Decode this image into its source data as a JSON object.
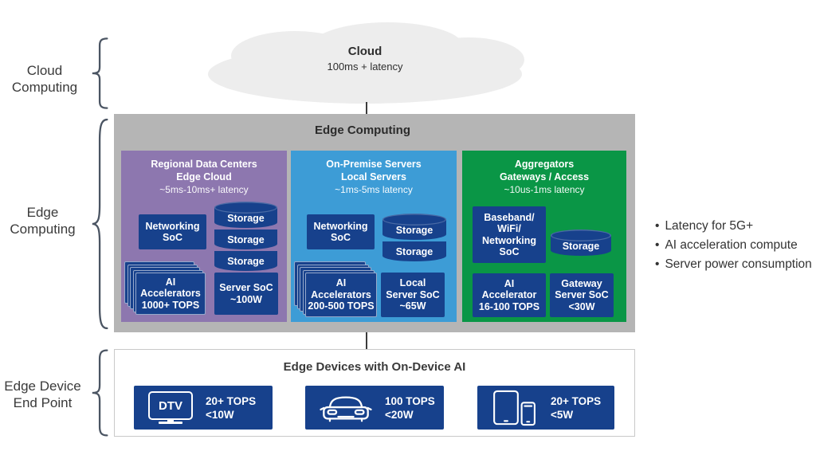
{
  "side_labels": {
    "cloud": "Cloud Computing",
    "edge": "Edge Computing",
    "device": "Edge Device End Point"
  },
  "cloud": {
    "title": "Cloud",
    "latency": "100ms + latency"
  },
  "edge_box": {
    "title": "Edge Computing"
  },
  "panels": [
    {
      "title1": "Regional Data Centers",
      "title2": "Edge Cloud",
      "latency": "~5ms-10ms+ latency",
      "networking": [
        "Networking",
        "SoC"
      ],
      "storage": [
        "Storage",
        "Storage",
        "Storage"
      ],
      "accel": [
        "AI",
        "Accelerators",
        "1000+ TOPS"
      ],
      "soc": [
        "Server SoC",
        "~100W"
      ]
    },
    {
      "title1": "On-Premise Servers",
      "title2": "Local Servers",
      "latency": "~1ms-5ms latency",
      "networking": [
        "Networking",
        "SoC"
      ],
      "storage": [
        "Storage",
        "Storage"
      ],
      "accel": [
        "AI",
        "Accelerators",
        "200-500 TOPS"
      ],
      "soc": [
        "Local",
        "Server SoC",
        "~65W"
      ]
    },
    {
      "title1": "Aggregators",
      "title2": "Gateways / Access",
      "latency": "~10us-1ms latency",
      "networking": [
        "Baseband/",
        "WiFi/",
        "Networking",
        "SoC"
      ],
      "storage": [
        "Storage"
      ],
      "accel": [
        "AI",
        "Accelerator",
        "16-100 TOPS"
      ],
      "soc": [
        "Gateway",
        "Server SoC",
        "<30W"
      ]
    }
  ],
  "devices": {
    "title": "Edge Devices with On-Device AI",
    "items": [
      {
        "label": "DTV",
        "specs": [
          "20+ TOPS",
          "<10W"
        ]
      },
      {
        "specs": [
          "100 TOPS",
          "<20W"
        ]
      },
      {
        "specs": [
          "20+ TOPS",
          "<5W"
        ]
      }
    ]
  },
  "notes": {
    "bullet": "•",
    "items": [
      "Latency for 5G+",
      "AI acceleration compute",
      "Server power consumption"
    ]
  },
  "colors": {
    "navy": "#17418c",
    "purple": "#8d77af",
    "blue": "#3d9cd6",
    "green": "#0a9646",
    "container_gray": "#b5b5b5",
    "cloud_gray": "#ededed"
  }
}
